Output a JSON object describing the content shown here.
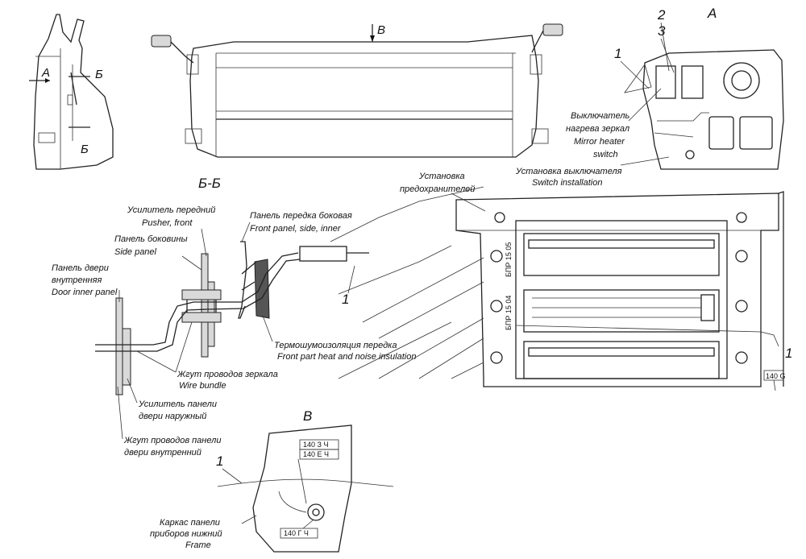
{
  "view_letters": {
    "a_top": "А",
    "a_left": "А",
    "b_top": "Б",
    "b_bottom": "Б",
    "v_top": "В",
    "section_bb": "Б-Б",
    "view_v": "В",
    "view_a": "А"
  },
  "callouts": {
    "n1_top": "1",
    "n2": "2",
    "n3": "3",
    "n1_middle": "1",
    "n1_right": "1",
    "n1_bottom": "1"
  },
  "labels": {
    "pusher_ru": "Усилитель передний",
    "pusher_en": "Pusher, front",
    "side_panel_ru": "Панель боковины",
    "side_panel_en": "Side panel",
    "door_inner_ru1": "Панель двери",
    "door_inner_ru2": "внутренняя",
    "door_inner_en": "Door inner panel",
    "front_side_ru": "Панель передка боковая",
    "front_side_en": "Front panel, side, inner",
    "insulation_ru": "Термошумоизоляция передка",
    "insulation_en": "Front part heat and noise insulation",
    "mirror_bundle_ru": "Жгут проводов зеркала",
    "mirror_bundle_en": "Wire bundle",
    "door_outer_ru1": "Усилитель панели",
    "door_outer_ru2": "двери наружный",
    "door_harness_ru1": "Жгут проводов панели",
    "door_harness_ru2": "двери внутренний",
    "fuse_ru1": "Установка",
    "fuse_ru2": "предохранителей",
    "mirror_sw_ru1": "Выключатель",
    "mirror_sw_ru2": "нагрева зеркал",
    "mirror_sw_en1": "Mirror heater",
    "mirror_sw_en2": "switch",
    "switch_inst_ru": "Установка выключателя",
    "switch_inst_en": "Switch installation",
    "frame_ru1": "Каркас панели",
    "frame_ru2": "приборов нижний",
    "frame_en": "Frame"
  },
  "wire_tags": {
    "tag_v1": "140 З Ч",
    "tag_v2": "140 Е Ч",
    "tag_frame": "140 Г Ч",
    "tag_right": "140 G",
    "fuse_block1": "БПР 15 05",
    "fuse_block2": "БПР 15 04"
  }
}
